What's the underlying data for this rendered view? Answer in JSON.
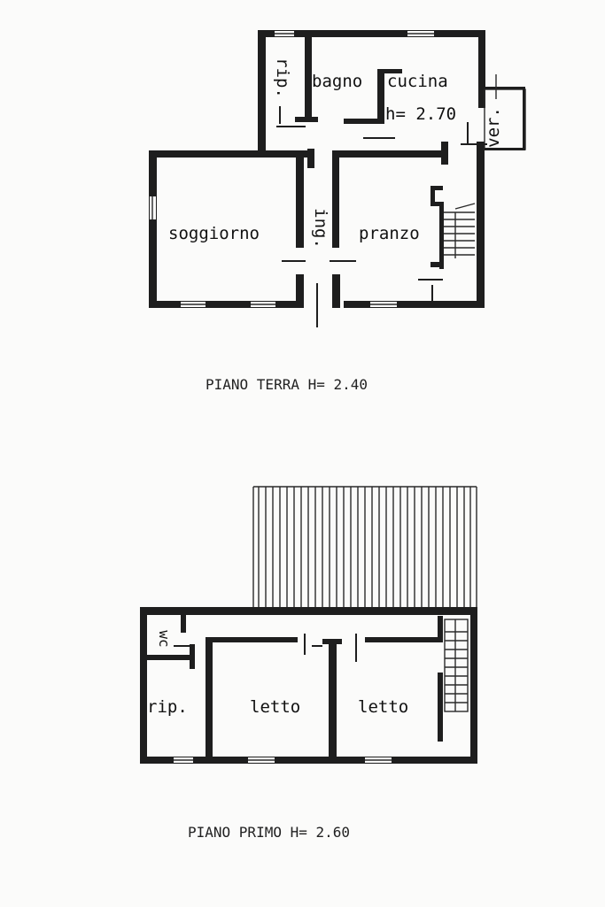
{
  "ground_floor": {
    "rooms": {
      "rip": "rip.",
      "bagno": "bagno",
      "cucina": "cucina",
      "height_note": "h= 2.70",
      "ver": "ver.",
      "soggiorno": "soggiorno",
      "ing": "ing.",
      "pranzo": "pranzo"
    },
    "caption": "PIANO TERRA H= 2.40"
  },
  "first_floor": {
    "rooms": {
      "wc": "wc",
      "rip": "rip.",
      "letto_left": "letto",
      "letto_right": "letto"
    },
    "caption": "PIANO PRIMO H= 2.60"
  }
}
